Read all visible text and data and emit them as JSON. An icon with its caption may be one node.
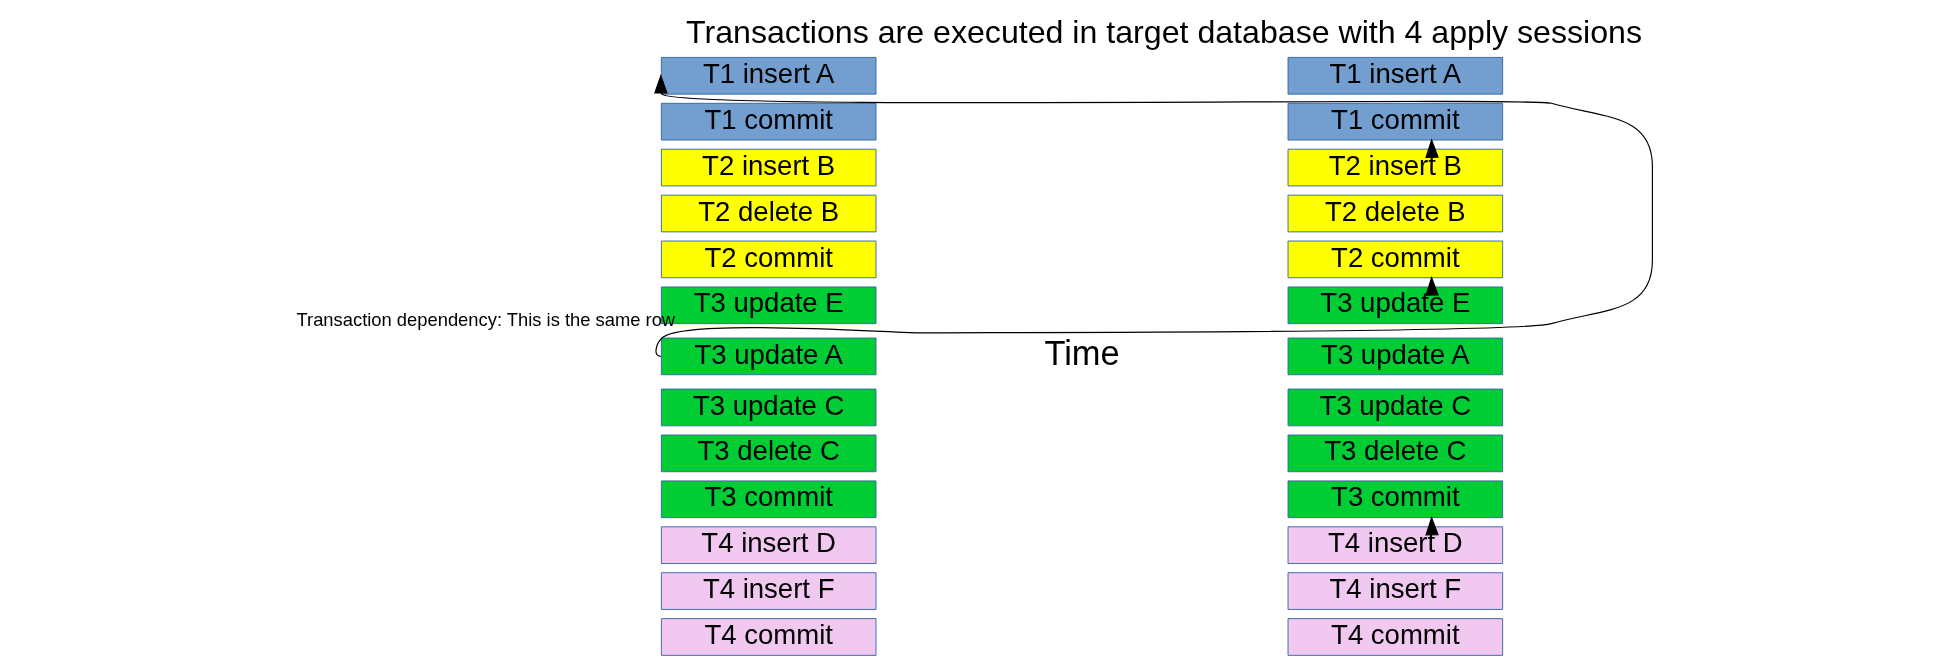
{
  "diagram": {
    "title": "Transactions are executed in target database with 4 apply sessions",
    "nodes": [
      {
        "text": [
          "T1 insert A"
        ]
      },
      {
        "text": [
          "T1 commit"
        ]
      },
      {
        "text": [
          "T2 insert B"
        ]
      },
      {
        "text": [
          "T2 delete B"
        ]
      },
      {
        "text": [
          "T2 commit"
        ]
      },
      {
        "text": [
          "T3 update E"
        ]
      },
      {
        "text": [
          "T3 update A"
        ]
      },
      {
        "text": [
          "T3 update C"
        ]
      },
      {
        "text": [
          "T3 delete C"
        ]
      },
      {
        "text": [
          "T3 commit"
        ]
      },
      {
        "text": [
          "T4 insert D"
        ]
      },
      {
        "text": [
          "T4 insert F"
        ]
      },
      {
        "text": [
          "T4 commit"
        ]
      },
      {
        "text": [
          "T1 insert A"
        ]
      },
      {
        "text": [
          "T1 commit"
        ]
      },
      {
        "text": [
          "T2 insert B"
        ]
      },
      {
        "text": [
          "T2 delete B"
        ]
      },
      {
        "text": [
          "T2 commit"
        ]
      },
      {
        "text": [
          "T3 update E"
        ]
      },
      {
        "text": [
          "T3 update A"
        ]
      },
      {
        "text": [
          "T3 update C"
        ]
      },
      {
        "text": [
          "T3 delete C"
        ]
      },
      {
        "text": [
          "T3 commit"
        ]
      },
      {
        "text": [
          "T4 insert D"
        ]
      },
      {
        "text": [
          "T4 insert F"
        ]
      },
      {
        "text": [
          "T4 commit"
        ]
      }
    ],
    "edges": [
      {
        "from": 6,
        "to": 0,
        "arrow": "to",
        "label": "Transaction dependency: This is the same row"
      },
      {
        "from": 15,
        "to": 14,
        "arrow": "to"
      },
      {
        "from": 18,
        "to": 17,
        "arrow": "to"
      },
      {
        "from": 23,
        "to": 22,
        "arrow": "to"
      }
    ],
    "labels": [
      "Time"
    ]
  }
}
